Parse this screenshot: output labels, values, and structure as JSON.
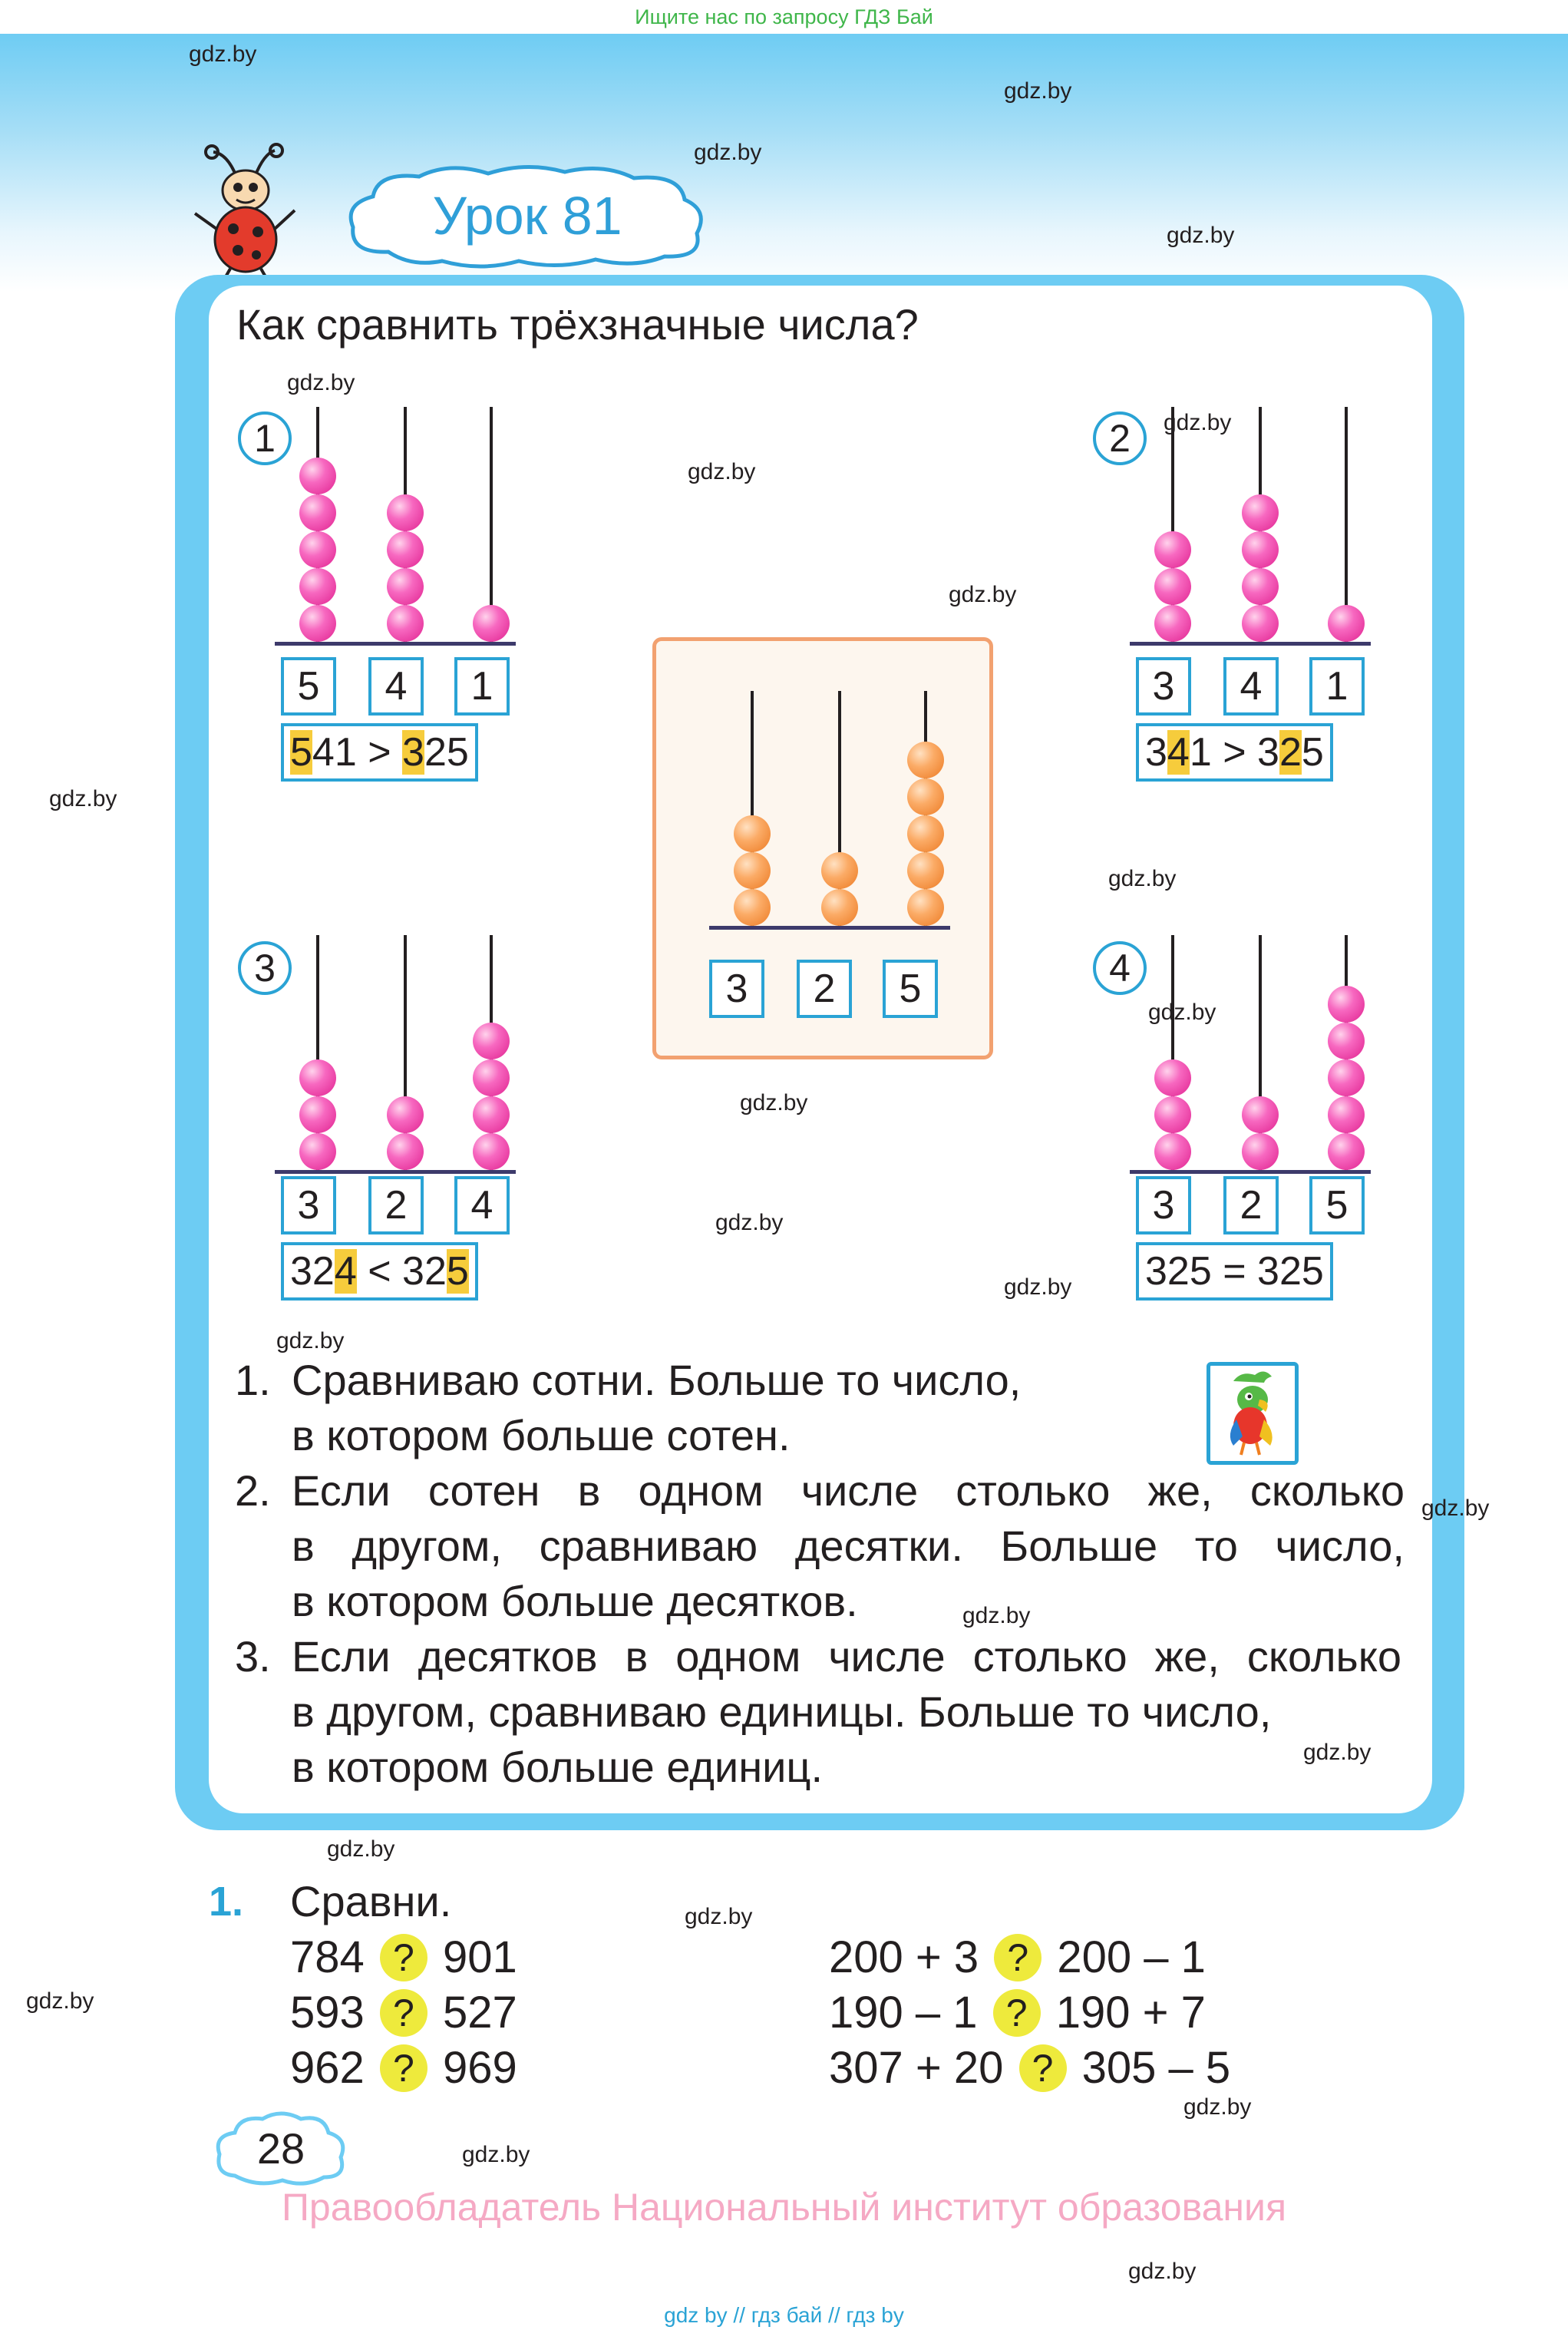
{
  "top_banner": "Ищите нас по запросу ГДЗ Бай",
  "watermark": "gdz.by",
  "lesson_title": "Урок 81",
  "heading": "Как сравнить трёхзначные числа?",
  "examples": [
    {
      "number": "1",
      "digits": [
        "5",
        "4",
        "1"
      ],
      "beads": [
        5,
        4,
        1
      ],
      "comparison": [
        {
          "t": "5",
          "h": true
        },
        {
          "t": "41 > ",
          "h": false
        },
        {
          "t": "3",
          "h": true
        },
        {
          "t": "25",
          "h": false
        }
      ]
    },
    {
      "number": "2",
      "digits": [
        "3",
        "4",
        "1"
      ],
      "beads": [
        3,
        4,
        1
      ],
      "comparison": [
        {
          "t": "3",
          "h": false
        },
        {
          "t": "4",
          "h": true
        },
        {
          "t": "1 > 3",
          "h": false
        },
        {
          "t": "2",
          "h": true
        },
        {
          "t": "5",
          "h": false
        }
      ]
    },
    {
      "number": "3",
      "digits": [
        "3",
        "2",
        "4"
      ],
      "beads": [
        3,
        2,
        4
      ],
      "comparison": [
        {
          "t": "32",
          "h": false
        },
        {
          "t": "4",
          "h": true
        },
        {
          "t": " < 32",
          "h": false
        },
        {
          "t": "5",
          "h": true
        }
      ]
    },
    {
      "number": "4",
      "digits": [
        "3",
        "2",
        "5"
      ],
      "beads": [
        3,
        2,
        5
      ],
      "comparison": [
        {
          "t": "325 = 325",
          "h": false
        }
      ]
    }
  ],
  "center_abacus": {
    "digits": [
      "3",
      "2",
      "5"
    ],
    "beads": [
      3,
      2,
      5
    ]
  },
  "rules": [
    {
      "num": "1.",
      "lines": [
        "Сравниваю сотни. Больше то число,",
        "в котором больше сотен."
      ]
    },
    {
      "num": "2.",
      "lines": [
        "Если сотен в одном числе столько же, сколько",
        "в другом, сравниваю десятки. Больше то число,",
        "в котором больше десятков."
      ]
    },
    {
      "num": "3.",
      "lines": [
        "Если десятков в одном числе столько же, сколько",
        "в другом, сравниваю единицы. Больше то число,",
        "в котором больше единиц."
      ]
    }
  ],
  "exercise": {
    "number": "1.",
    "title": "Сравни.",
    "question_mark": "?",
    "left": [
      {
        "a": "784",
        "b": "901"
      },
      {
        "a": "593",
        "b": "527"
      },
      {
        "a": "962",
        "b": "969"
      }
    ],
    "right": [
      {
        "a": "200 + 3",
        "b": "200 – 1"
      },
      {
        "a": "190 – 1",
        "b": "190 + 7"
      },
      {
        "a": "307 + 20",
        "b": "305 – 5"
      }
    ]
  },
  "page_number": "28",
  "copyright": "Правообладатель Национальный институт образования",
  "footer_links": "gdz by  //  гдз бай  //  гдз by",
  "colors": {
    "accent_blue": "#2aa3d5",
    "panel_blue": "#6dccf3",
    "bead_pink": "#e0228f",
    "bead_orange": "#ec7a23",
    "highlight_yellow": "#f6cc3c",
    "question_yellow": "#eeea3c",
    "copyright_pink": "#f5a9c4"
  }
}
